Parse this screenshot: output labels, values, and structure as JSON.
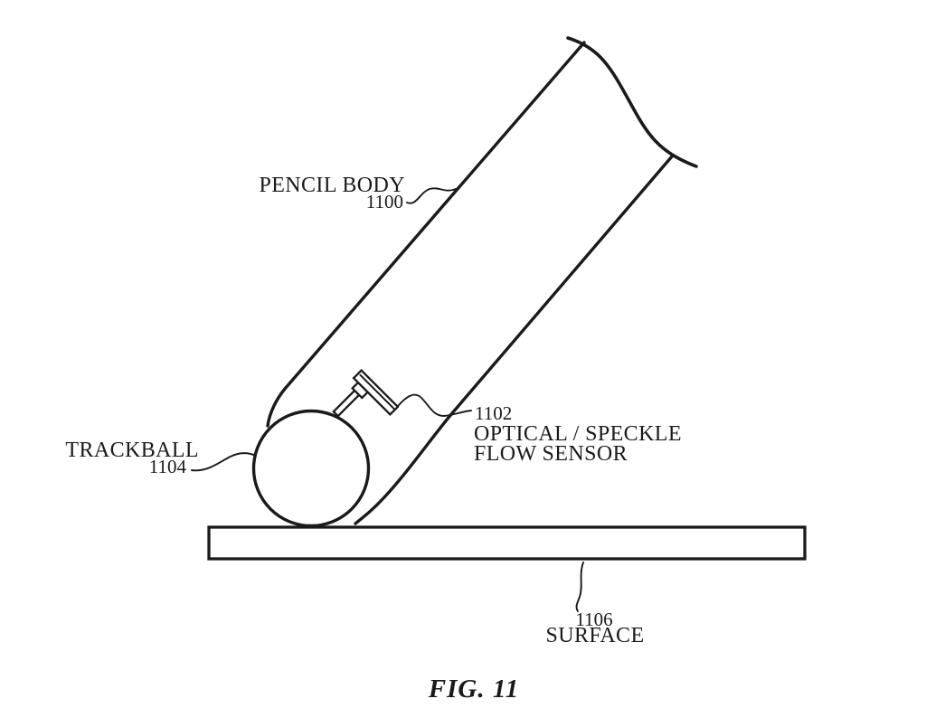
{
  "figure": {
    "caption": "FIG. 11",
    "labels": {
      "pencil_body": {
        "text": "PENCIL BODY",
        "ref": "1100"
      },
      "trackball": {
        "text": "TRACKBALL",
        "ref": "1104"
      },
      "flow_sensor": {
        "ref": "1102",
        "line1": "OPTICAL / SPECKLE",
        "line2": "FLOW SENSOR"
      },
      "surface": {
        "text": "SURFACE",
        "ref": "1106"
      }
    }
  },
  "colors": {
    "ink": "#1a1a1a",
    "background": "#ffffff"
  }
}
